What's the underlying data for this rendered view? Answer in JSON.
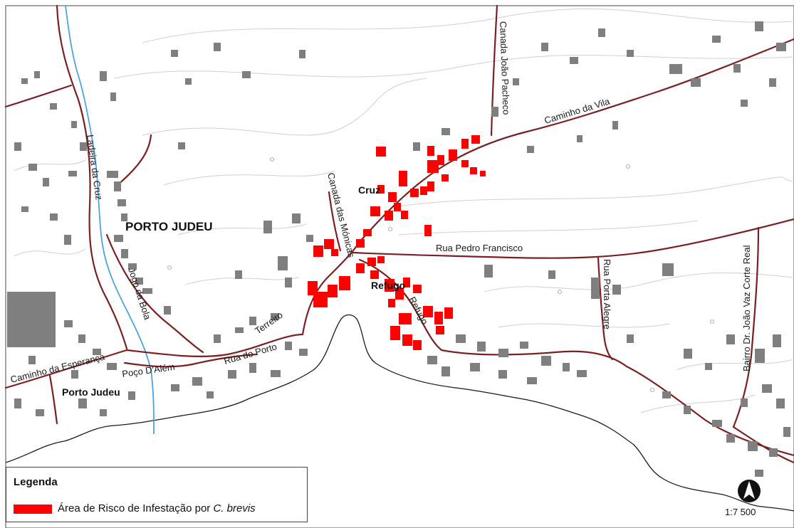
{
  "map": {
    "labels": {
      "porto_judeu_upper": "PORTO JUDEU",
      "porto_judeu_lower": "Porto Judeu",
      "cruz": "Cruz",
      "refugo_place": "Refugo",
      "ladeira_da_cruz": "Ladeira da Cruz",
      "jogo_da_bola": "Jogo da Bola",
      "canada_das_monicas": "Canada das Mónicas",
      "canada_joao_pacheco": "Canada João Pacheco",
      "caminho_da_vila": "Caminho da Vila",
      "rua_pedro_francisco": "Rua Pedro Francisco",
      "rua_porta_alegre": "Rua Porta Alegre",
      "bairro_joao_vaz": "Bairro Dr. João Vaz Corte Real",
      "refugo_street": "Refugo",
      "terreiro": "Terreiro",
      "rua_do_porto": "Rua do Porto",
      "poco_d_alem": "Poço D'Além",
      "caminho_da_esperanca": "Caminho da Esperança"
    },
    "colors": {
      "road": "#7a2020",
      "stream": "#4aa3df",
      "building": "#7f7f7f",
      "risk": "#ff0000",
      "contour": "#cfcfcf",
      "coast": "#1a1a1a"
    }
  },
  "legend": {
    "title": "Legenda",
    "item_text": "Área de Risco de Infestação por ",
    "item_species": "C. brevis"
  },
  "scale": {
    "text": "1:7 500",
    "north_icon": "north-arrow-icon"
  }
}
